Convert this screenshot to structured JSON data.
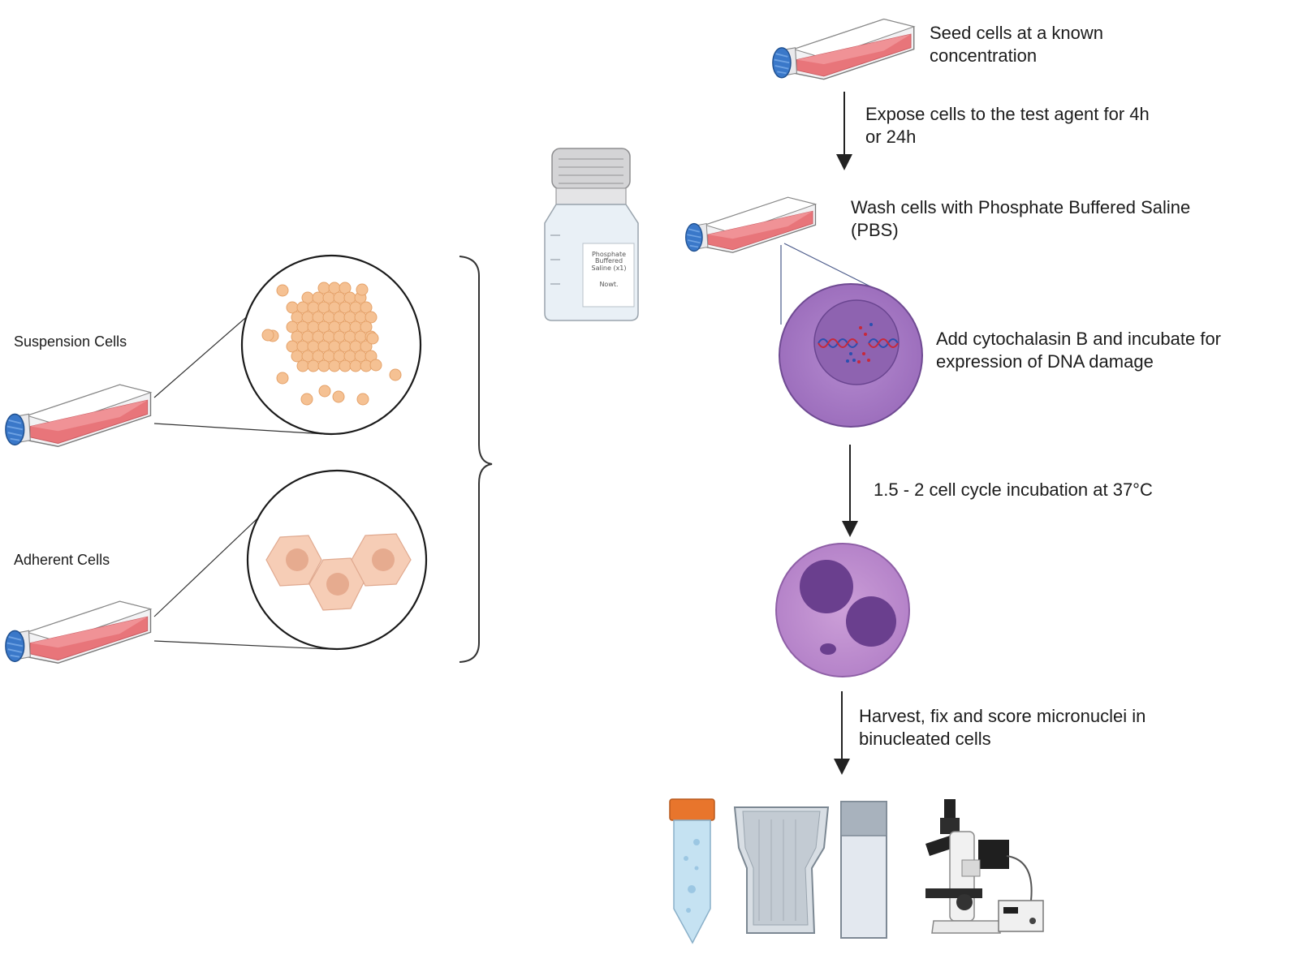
{
  "labels": {
    "suspension": "Suspension Cells",
    "adherent": "Adherent Cells"
  },
  "steps": {
    "seed": {
      "line1": "Seed cells at a known",
      "line2": "concentration"
    },
    "expose": {
      "line1": "Expose cells to the test agent for 4h",
      "line2": "or 24h"
    },
    "wash": {
      "line1": "Wash cells with Phosphate Buffered Saline",
      "line2": "(PBS)"
    },
    "cytochalasin": {
      "line1": "Add cytochalasin B and incubate for",
      "line2": "expression of DNA damage"
    },
    "incubation": {
      "line1": "1.5 - 2 cell cycle incubation at 37°C"
    },
    "harvest": {
      "line1": "Harvest,  fix and score micronuclei in",
      "line2": "binucleated cells"
    }
  },
  "pbs_bottle_label": {
    "line1": "Phosphate",
    "line2": "Buffered",
    "line3": "Saline (x1)",
    "line4": "Nowt."
  },
  "colors": {
    "flask_medium": "#e8757a",
    "flask_cap": "#3a78c9",
    "cell_outer": "#c39ad6",
    "cell_nucleus": "#6a3f8e",
    "suspension_cell": "#f5c193",
    "adherent_cell": "#f6cdb6",
    "tube_cap": "#e8752c"
  }
}
